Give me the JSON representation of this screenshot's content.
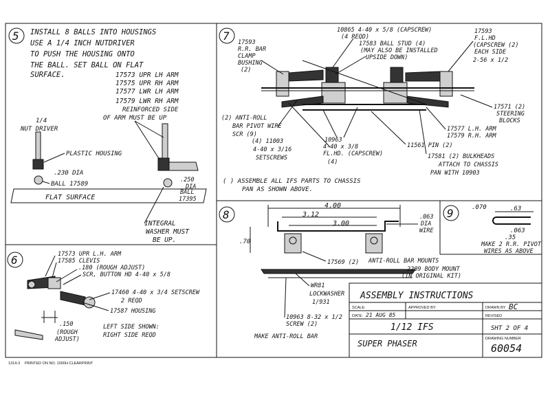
{
  "step5": {
    "number": "5",
    "instructions": [
      "INSTALL 8 BALLS INTO HOUSINGS",
      "USE A  1/4 INCH NUTDRIVER",
      "TO PUSH THE HOUSING ONTO",
      "THE BALL. SET BALL ON FLAT",
      "SURFACE."
    ],
    "parts": [
      "17573  UPR LH ARM",
      "17575  UPR RH ARM",
      "17577  LWR LH ARM",
      "17579  LWR RH ARM"
    ],
    "reinforced": [
      "REINFORCED SIDE",
      "OF ARM MUST BE UP"
    ],
    "nut_driver": [
      "1/4",
      "NUT DRIVER"
    ],
    "plastic_housing": "PLASTIC HOUSING",
    "dia": ".230 DIA",
    "ball": "BALL 17589",
    "flat_surface": "FLAT SURFACE",
    "dia2": [
      ".250",
      "DIA",
      "BALL",
      "17395"
    ],
    "integral_washer": [
      "INTEGRAL",
      "WASHER MUST",
      "BE UP."
    ]
  },
  "step7": {
    "number": "7",
    "rr_bar": [
      "17593",
      "R.R. BAR",
      "CLAMP",
      "BUSHING",
      "(2)"
    ],
    "capscrew_top": [
      "10865  4-40 x 5/8 (CAPSCREW)",
      "(4 REQD)"
    ],
    "ball_stud": [
      "17583 BALL STUD (4)",
      "(MAY ALSO BE INSTALLED",
      "UPSIDE DOWN)"
    ],
    "flhd": [
      "17593",
      "F.L.HD",
      "(CAPSCREW (2)",
      "EACH SIDE",
      "2-56 x 1/2"
    ],
    "steering": [
      "17571 (2)",
      "STEERING",
      "BLOCKS"
    ],
    "anti_roll": [
      "(2) ANTI-ROLL",
      "BAR PIVOT WIRE",
      "SCR (9)"
    ],
    "setscrews": [
      "(4) 11003",
      "4-40 x 3/16",
      "SETSCREWS"
    ],
    "capscrew_mid": [
      "10963",
      "4-40 x 3/8",
      "FL.HD. (CAPSCREW)",
      "(4)"
    ],
    "pin": "11561 PIN (2)",
    "lwr_arms": [
      "17577  L.H. ARM",
      "17579  R.H. ARM"
    ],
    "bulkheads": [
      "17581 (2) BULKHEADS",
      "ATTACH TO CHASSIS",
      "PAN WITH 10903"
    ],
    "note": [
      "( )  ASSEMBLE ALL IFS PARTS TO CHASSIS",
      "PAN AS SHOWN ABOVE."
    ]
  },
  "step6": {
    "number": "6",
    "upr_arm": "17573  UPR L.H. ARM",
    "clevis": "17585  CLEVIS",
    "adjust": ".180 (ROUGH ADJUST)",
    "button": "SCR, BUTTON HD  4-40 x 5/8",
    "setscrew": [
      "17460  4-40 x 3/4 SETSCREW",
      "2 REQD"
    ],
    "housing": "17587 HOUSING",
    "dim": [
      ".150",
      "(ROUGH",
      "ADJUST)"
    ],
    "left_side": [
      "LEFT SIDE SHOWN:",
      "RIGHT SIDE REQD"
    ]
  },
  "step8": {
    "number": "8",
    "dim_total": "4.00",
    "dim_left": "3.12",
    "dim_mid": "3.00",
    "dim_wire": [
      ".063",
      "DIA",
      "WIRE"
    ],
    "dim_height": ".70",
    "mount_part": "17569 (2)",
    "anti_roll_mounts": "ANTI-ROLL BAR MOUNTS",
    "body_mount": [
      "2209 BODY MOUNT",
      "(IN ORIGINAL KIT)"
    ],
    "washer": [
      "WR81",
      "LOCKWASHER",
      "1/931"
    ],
    "screw": [
      "10963  8-32 x 1/2",
      "SCREW (2)"
    ],
    "make_bar": "MAKE ANTI-ROLL BAR"
  },
  "step9": {
    "number": "9",
    "dim_a": ".070",
    "dim_b": ".63",
    "dim_c": ".063",
    "dim_d": ".35",
    "note": [
      "MAKE 2  R.R. PIVOT",
      "WIRES AS ABOVE"
    ]
  },
  "title_block": {
    "heading": "ASSEMBLY INSTRUCTIONS",
    "scale_label": "SCALE:",
    "approved_label": "APPROVED BY:",
    "drawn_label": "DRAWN BY",
    "drawn_value": "BC",
    "date_label": "DATE:",
    "date_value": "21 AUG 85",
    "revised_label": "REVISED",
    "product": "1/12  IFS",
    "sheet": "SHT 2 OF 4",
    "name": "SUPER PHASER",
    "drawing_label": "DRAWING NUMBER",
    "drawing_number": "60054"
  },
  "footer": {
    "code": "1314-3",
    "printer": "PRINTED ON NO. 1000H CLEARPRINT"
  }
}
